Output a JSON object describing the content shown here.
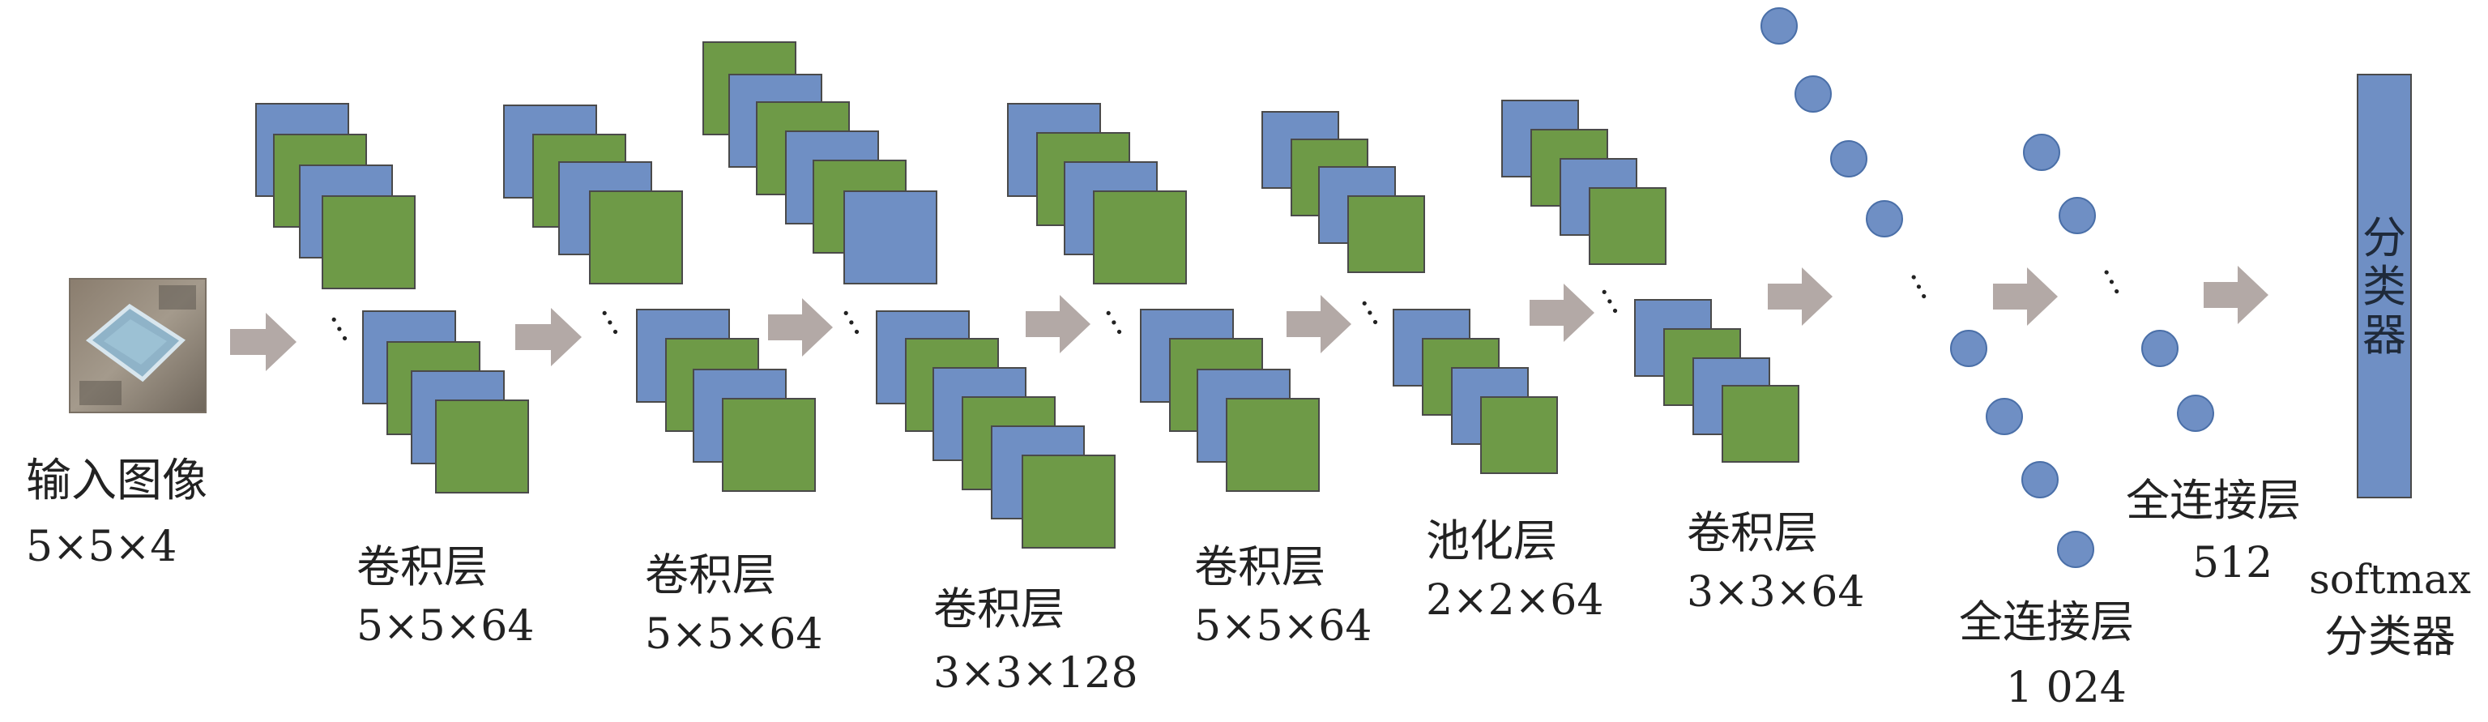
{
  "colors": {
    "blue": "#6F8FC4",
    "green": "#6E9A47",
    "stroke": "#4A4A4A",
    "arrow": "#B3A9A6",
    "node": "#6F8FC4",
    "text": "#222222"
  },
  "input": {
    "line1": "输入图像",
    "line2": "5×5×4"
  },
  "layers": [
    {
      "line1": "卷积层",
      "line2": "5×5×64"
    },
    {
      "line1": "卷积层",
      "line2": "5×5×64"
    },
    {
      "line1": "卷积层",
      "line2": "3×3×128"
    },
    {
      "line1": "卷积层",
      "line2": "5×5×64"
    },
    {
      "line1": "池化层",
      "line2": "2×2×64"
    },
    {
      "line1": "卷积层",
      "line2": "3×3×64"
    }
  ],
  "fc": [
    {
      "line1": "全连接层",
      "line2": "1 024"
    },
    {
      "line1": "全连接层",
      "line2": "512"
    }
  ],
  "classifier": {
    "bar_text": "分类器",
    "line1": "softmax",
    "line2": "分类器"
  },
  "dots": "…"
}
